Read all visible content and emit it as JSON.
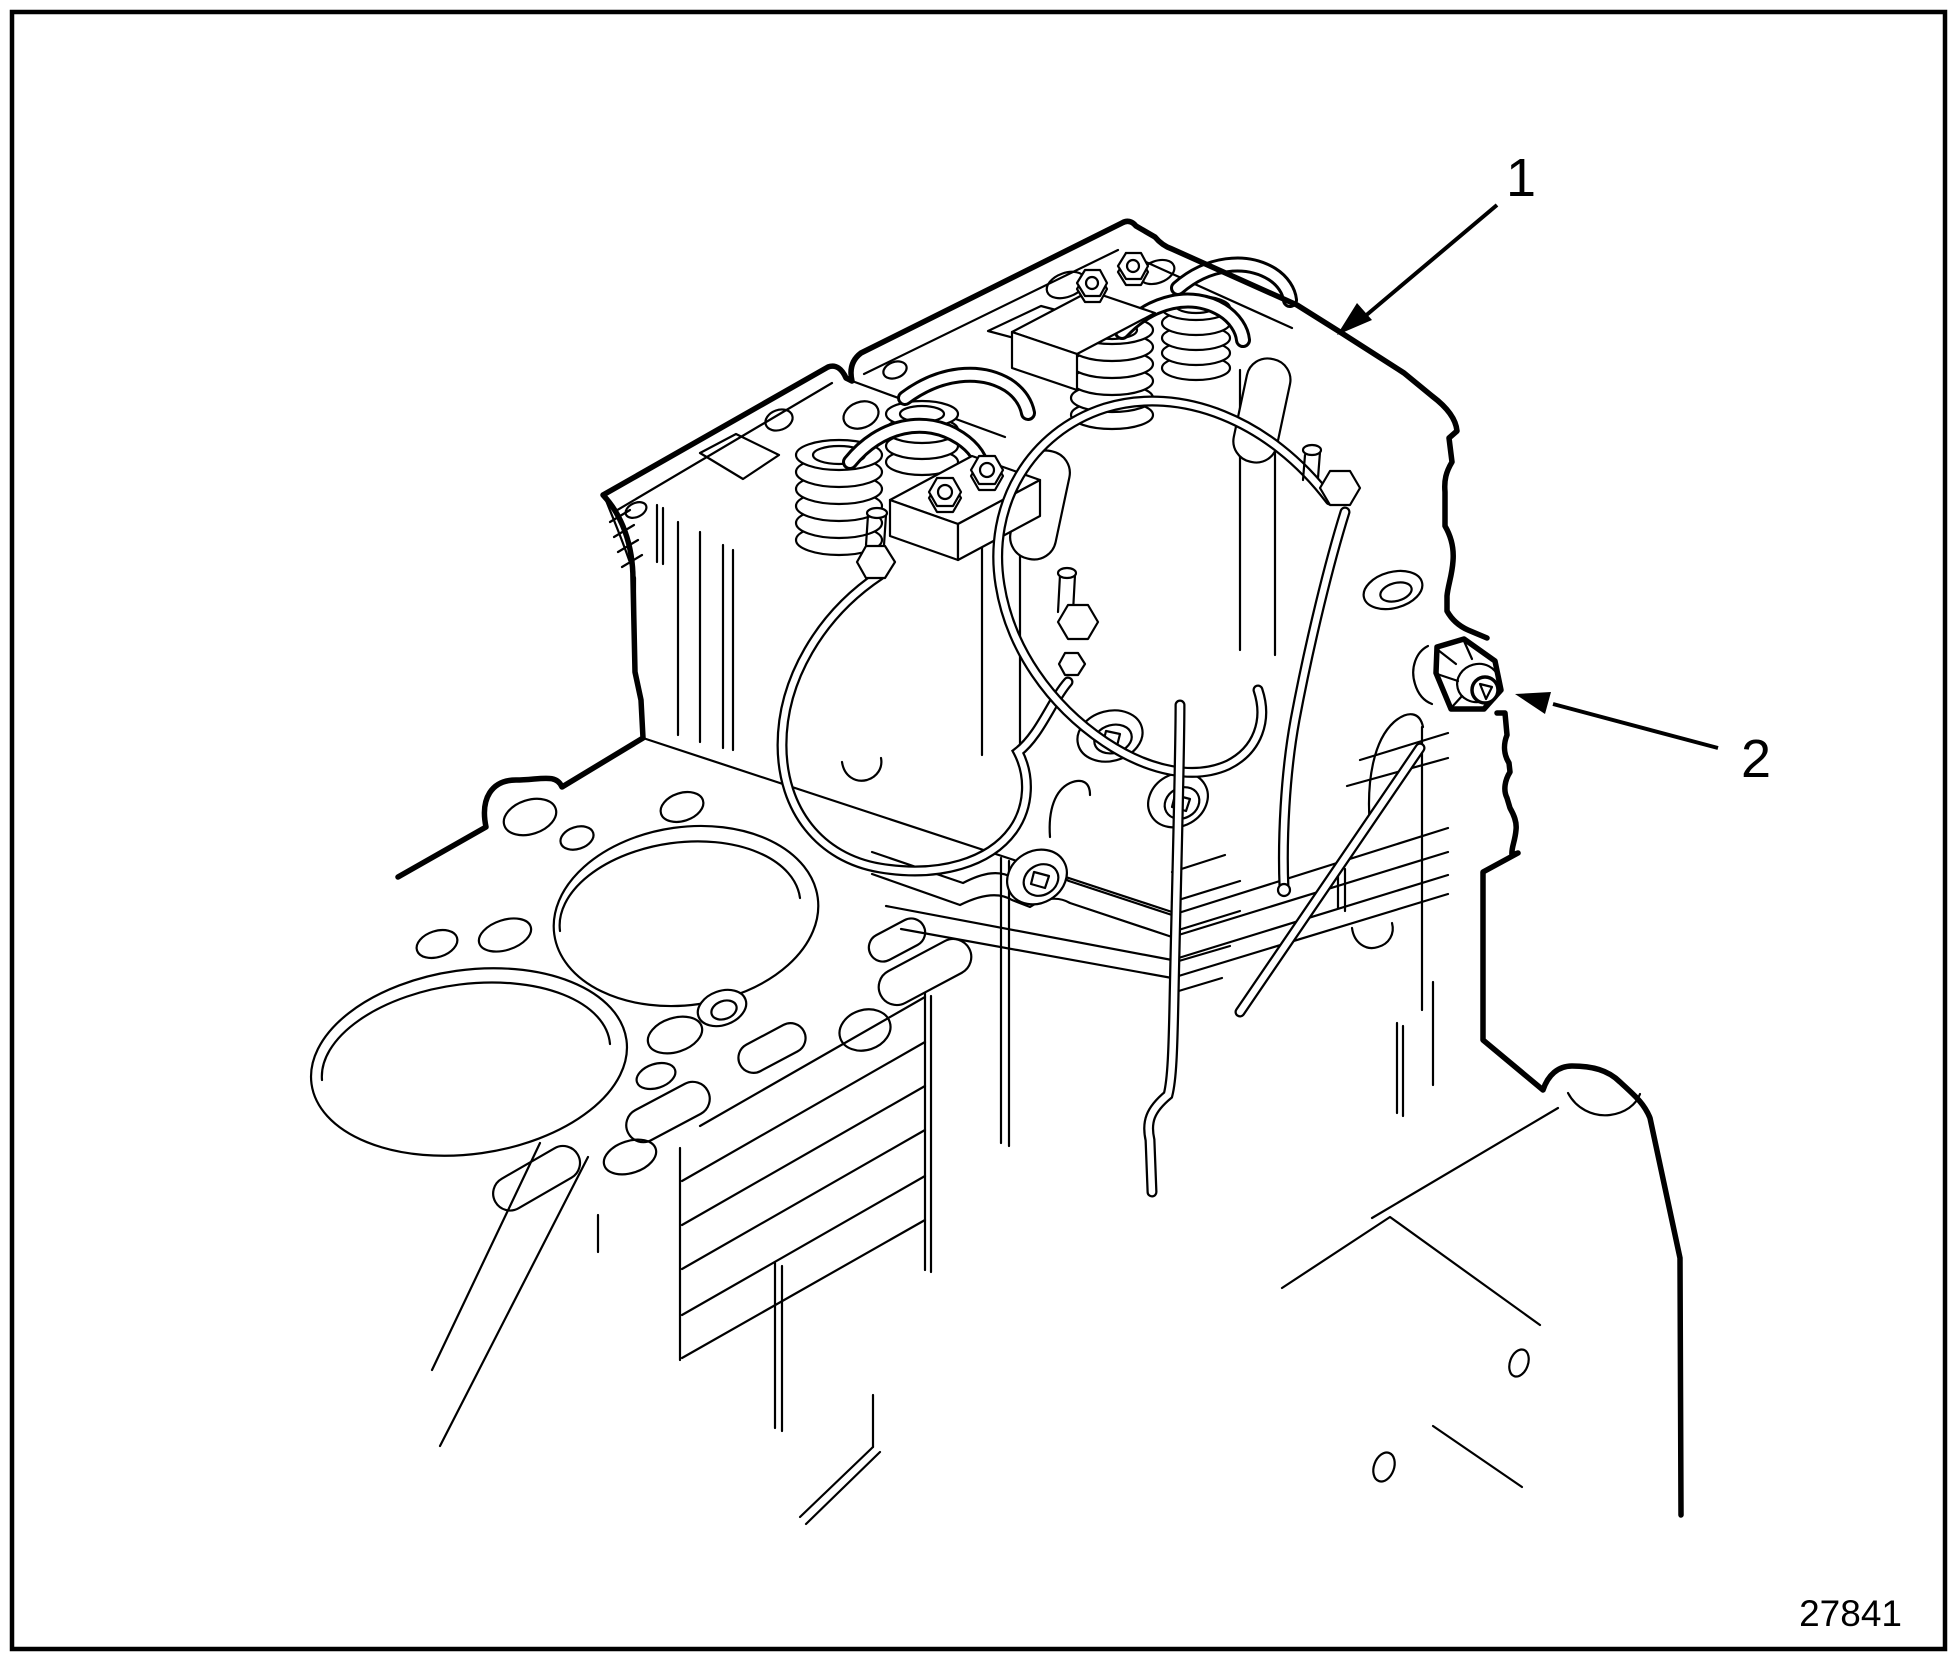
{
  "page": {
    "background_color": "#ffffff",
    "ink_color": "#000000",
    "border_color": "#000000"
  },
  "figure": {
    "figure_number": "27841",
    "callouts": [
      {
        "label": "1",
        "target": "cylinder-head"
      },
      {
        "label": "2",
        "target": "plug-fitting"
      }
    ]
  }
}
